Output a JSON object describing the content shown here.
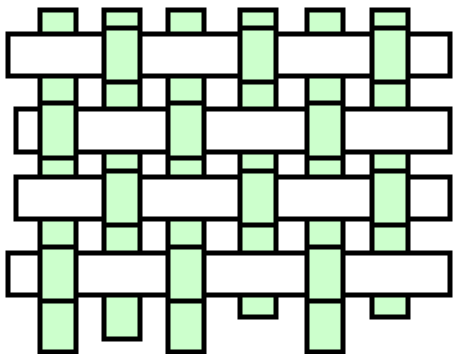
{
  "diagram": {
    "kind": "plain weave",
    "warp_count": 6,
    "weft_count": 4,
    "colors": {
      "warp_fill": "#ccffcc",
      "weft_fill": "#ffffff",
      "outline": "#000000",
      "background": "#ffffff"
    }
  }
}
